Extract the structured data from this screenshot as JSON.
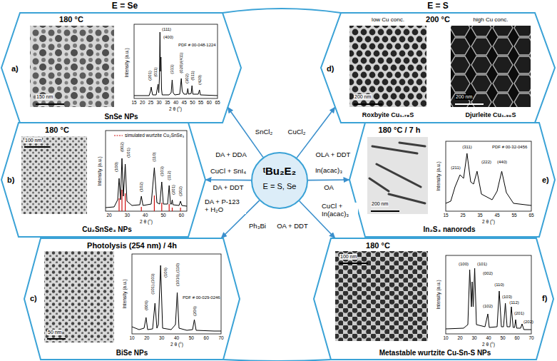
{
  "diagram": {
    "nodes": [
      {
        "text": [
          "180 °C",
          "a)",
          "SnSe NPs"
        ]
      },
      {
        "text": [
          "200 °C",
          "d)",
          "Roxbyite Cu₁.₇₈S",
          "Djurleite Cu₁.₉₆S"
        ]
      },
      {
        "text": [
          "180 °C",
          "b)",
          "Cu₂SnSe₃ NPs"
        ]
      },
      {
        "text": [
          "ᵗBu₂E₂",
          "E = S, Se"
        ]
      },
      {
        "text": [
          "180 °C / 7 h",
          "e)",
          "In₂S₃ nanorods"
        ]
      },
      {
        "text": [
          "Photolysis (254 nm) / 4h",
          "c)",
          "BiSe NPs"
        ]
      },
      {
        "text": [
          "180 °C",
          "f)",
          "Metastable wurtzite Cu-Sn-S NPs"
        ]
      }
    ],
    "edges": [
      {
        "from": 3,
        "to": 0,
        "label": "SnCl₂",
        "arrow": "to"
      },
      {
        "from": 3,
        "to": 2,
        "label": "CuCl + SnI₄",
        "arrow": "to"
      },
      {
        "from": 3,
        "to": 5,
        "label": "Ph₃Bi",
        "arrow": "to"
      },
      {
        "from": 3,
        "to": 1,
        "label": "CuCl₂",
        "arrow": "to"
      },
      {
        "from": 3,
        "to": 4,
        "label": "In(acac)₃",
        "arrow": "to"
      },
      {
        "from": 3,
        "to": 6,
        "label": "CuCl + In(acac)₃",
        "arrow": "to"
      },
      {
        "from": 0,
        "to": 1,
        "arrow": "none"
      },
      {
        "from": 5,
        "to": 6,
        "arrow": "none"
      }
    ],
    "labels": [
      "E = Se",
      "E = S",
      "DA + DDA",
      "DA + DDT",
      "DA + P-123 + H₂O",
      "OLA + DDT",
      "OA",
      "OA + DDT",
      "150 nm",
      "PDF # 00-048-1224",
      "(111)",
      "(400)",
      "(201)",
      "(011)",
      "(311)",
      "(020)/(411)",
      "(302)",
      "(511)",
      "(420)",
      "15",
      "20",
      "25",
      "30",
      "35",
      "40",
      "45",
      "50",
      "55",
      "60",
      "65",
      "Intensity (a.u.)",
      "2 θ (°)",
      "low Cu conc.",
      "high Cu conc.",
      "200 nm",
      "200 nm",
      "100 nm",
      "(100)",
      "(002)",
      "(101)",
      "(102)",
      "(110)",
      "(103)",
      "(112)",
      "(201)",
      "(202)",
      "20",
      "30",
      "40",
      "50",
      "60",
      "Intensity (a.u.)",
      "2 θ (°)",
      "200 nm",
      "(211)",
      "(311)",
      "(222)",
      "(440)",
      "PDF # 00-32-0456",
      "15",
      "25",
      "35",
      "45",
      "55",
      "65",
      "Intensity (a.u.)",
      "2 θ (°)",
      "50 nm",
      "PDF # 00-029-0246",
      "(006)",
      "(101),(103)",
      "(106)",
      "(1016),(110)",
      "(206)",
      "10",
      "20",
      "30",
      "40",
      "50",
      "60",
      "70",
      "Intensity (a.u.)",
      "2 θ (°)",
      "100 nm",
      "(100)",
      "(101)",
      "(002)",
      "(102)",
      "(110)",
      "(103)",
      "(112)",
      "(201)",
      "(202)",
      "10",
      "20",
      "30",
      "40",
      "50",
      "60",
      "70",
      "Intensity (a.u.)",
      "2 θ (°)"
    ],
    "legend": [
      {
        "text": "simulated wurtzite Cu₂SnSe₃"
      }
    ]
  }
}
